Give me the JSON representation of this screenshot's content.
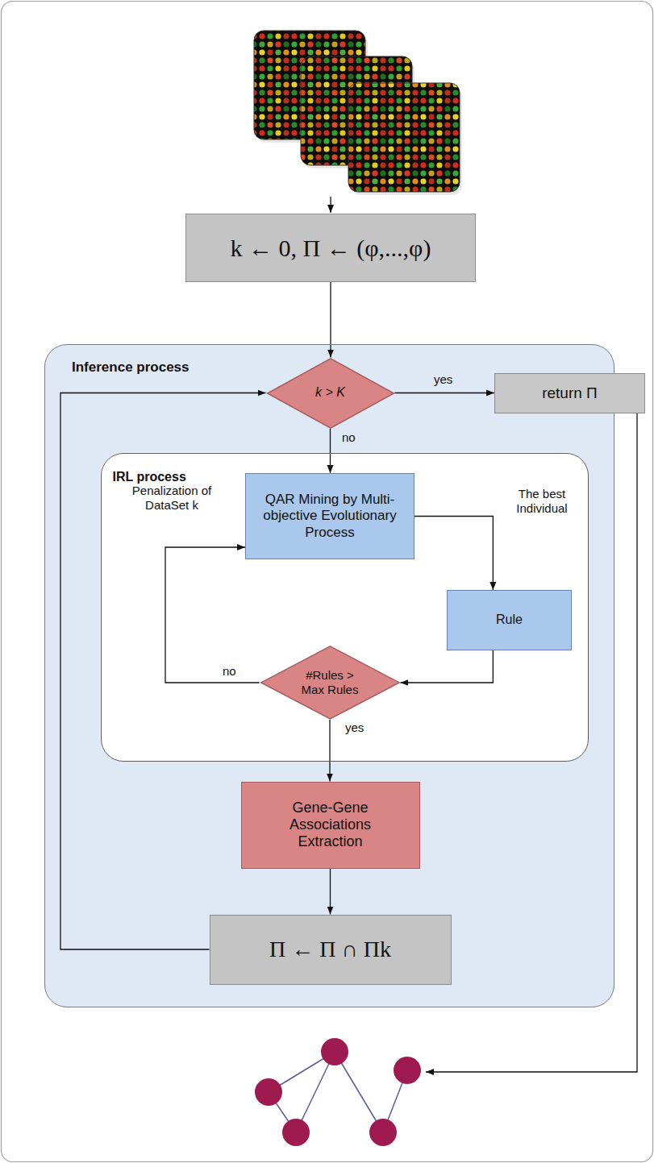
{
  "diagram": {
    "nodes": [
      {
        "text": [
          "k ← 0, Π ← (φ,...,φ)"
        ]
      },
      {
        "text": [
          "Inference process"
        ]
      },
      {
        "text": [
          "k > K"
        ],
        "in": 1
      },
      {
        "text": [
          "return Π"
        ]
      },
      {
        "text": [
          "IRL process"
        ],
        "in": 1
      },
      {
        "text": [
          "QAR Mining by Multi-objective Evolutionary Process"
        ],
        "in": 4
      },
      {
        "text": [
          "Rule"
        ],
        "in": 4
      },
      {
        "text": [
          "#Rules > Max Rules"
        ],
        "in": 4
      },
      {
        "text": [
          "Gene-Gene Associations Extraction"
        ],
        "in": 1
      },
      {
        "text": [
          "Π ← Π ∩ Πk"
        ],
        "in": 1
      }
    ],
    "edges": [
      {
        "from": 0,
        "to": 2,
        "arrow": "to"
      },
      {
        "from": 2,
        "to": 3,
        "label": "yes",
        "arrow": "to"
      },
      {
        "from": 2,
        "to": 5,
        "label": "no",
        "arrow": "to"
      },
      {
        "from": 5,
        "to": 6,
        "label": "The best Individual",
        "arrow": "to"
      },
      {
        "from": 6,
        "to": 7,
        "arrow": "to"
      },
      {
        "from": 7,
        "to": 5,
        "label": "no",
        "arrow": "to"
      },
      {
        "from": 7,
        "to": 8,
        "label": "yes",
        "arrow": "to"
      },
      {
        "from": 8,
        "to": 9,
        "arrow": "to"
      },
      {
        "from": 9,
        "to": 2,
        "arrow": "to"
      }
    ],
    "labels": [
      "Penalization of DataSet k"
    ]
  }
}
